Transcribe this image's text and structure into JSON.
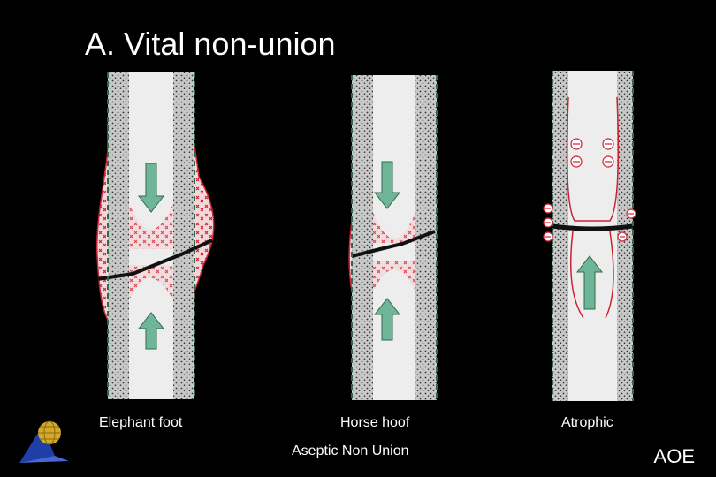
{
  "slide": {
    "title": "A. Vital non-union",
    "footer_label": "AOE",
    "caption": "Aseptic Non Union"
  },
  "panels": [
    {
      "label": "Elephant foot"
    },
    {
      "label": "Horse hoof"
    },
    {
      "label": "Atrophic"
    }
  ],
  "colors": {
    "background": "#000000",
    "bone_fill": "#ededed",
    "cortex_fill": "#c8c8c8",
    "callus_red": "#cc2233",
    "arrow_green": "#6fb59a",
    "periosteum_green": "#2f6b4a",
    "fracture_line": "#111111"
  },
  "icons": [
    "aoe-logo-icon",
    "globe-icon",
    "minus-sign-icon"
  ]
}
